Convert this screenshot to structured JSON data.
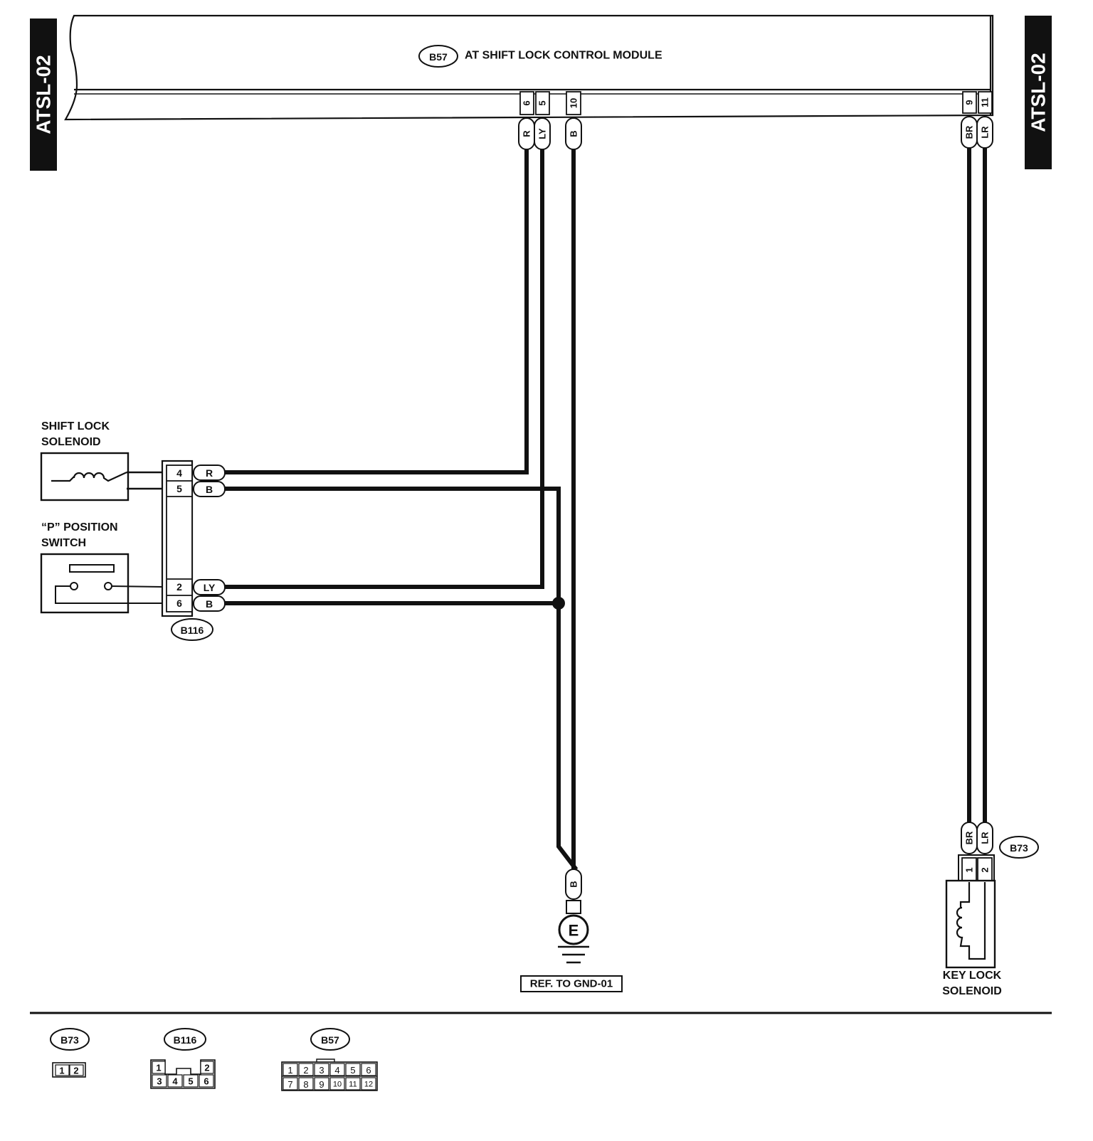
{
  "page_tags": {
    "left": "ATSL-02",
    "right": "ATSL-02"
  },
  "module": {
    "connector": "B57",
    "title": "AT SHIFT LOCK CONTROL MODULE"
  },
  "module_pins": {
    "p6": {
      "pin": "6",
      "color": "R"
    },
    "p5": {
      "pin": "5",
      "color": "LY"
    },
    "p10": {
      "pin": "10",
      "color": "B"
    },
    "p9": {
      "pin": "9",
      "color": "BR"
    },
    "p11": {
      "pin": "11",
      "color": "LR"
    }
  },
  "components": {
    "shift_lock_solenoid": [
      "SHIFT LOCK",
      "SOLENOID"
    ],
    "p_position_switch": [
      "“P” POSITION",
      "SWITCH"
    ],
    "key_lock_solenoid": [
      "KEY LOCK",
      "SOLENOID"
    ]
  },
  "b116": {
    "connector": "B116",
    "rows": [
      {
        "pin": "4",
        "color": "R"
      },
      {
        "pin": "5",
        "color": "B"
      },
      {
        "pin": "2",
        "color": "LY"
      },
      {
        "pin": "6",
        "color": "B"
      }
    ]
  },
  "ground": {
    "wire_color": "B",
    "symbol": "E",
    "ref": "REF. TO GND-01"
  },
  "b73": {
    "connector": "B73",
    "pins": [
      {
        "pin": "1",
        "color": "BR"
      },
      {
        "pin": "2",
        "color": "LR"
      }
    ]
  },
  "connector_legend": {
    "b73": {
      "label": "B73",
      "pins": [
        "1",
        "2"
      ]
    },
    "b116": {
      "label": "B116",
      "top": [
        "1",
        "2"
      ],
      "bottom": [
        "3",
        "4",
        "5",
        "6"
      ]
    },
    "b57": {
      "label": "B57",
      "top": [
        "1",
        "2",
        "3",
        "4",
        "5",
        "6"
      ],
      "bottom": [
        "7",
        "8",
        "9",
        "10",
        "11",
        "12"
      ]
    }
  }
}
